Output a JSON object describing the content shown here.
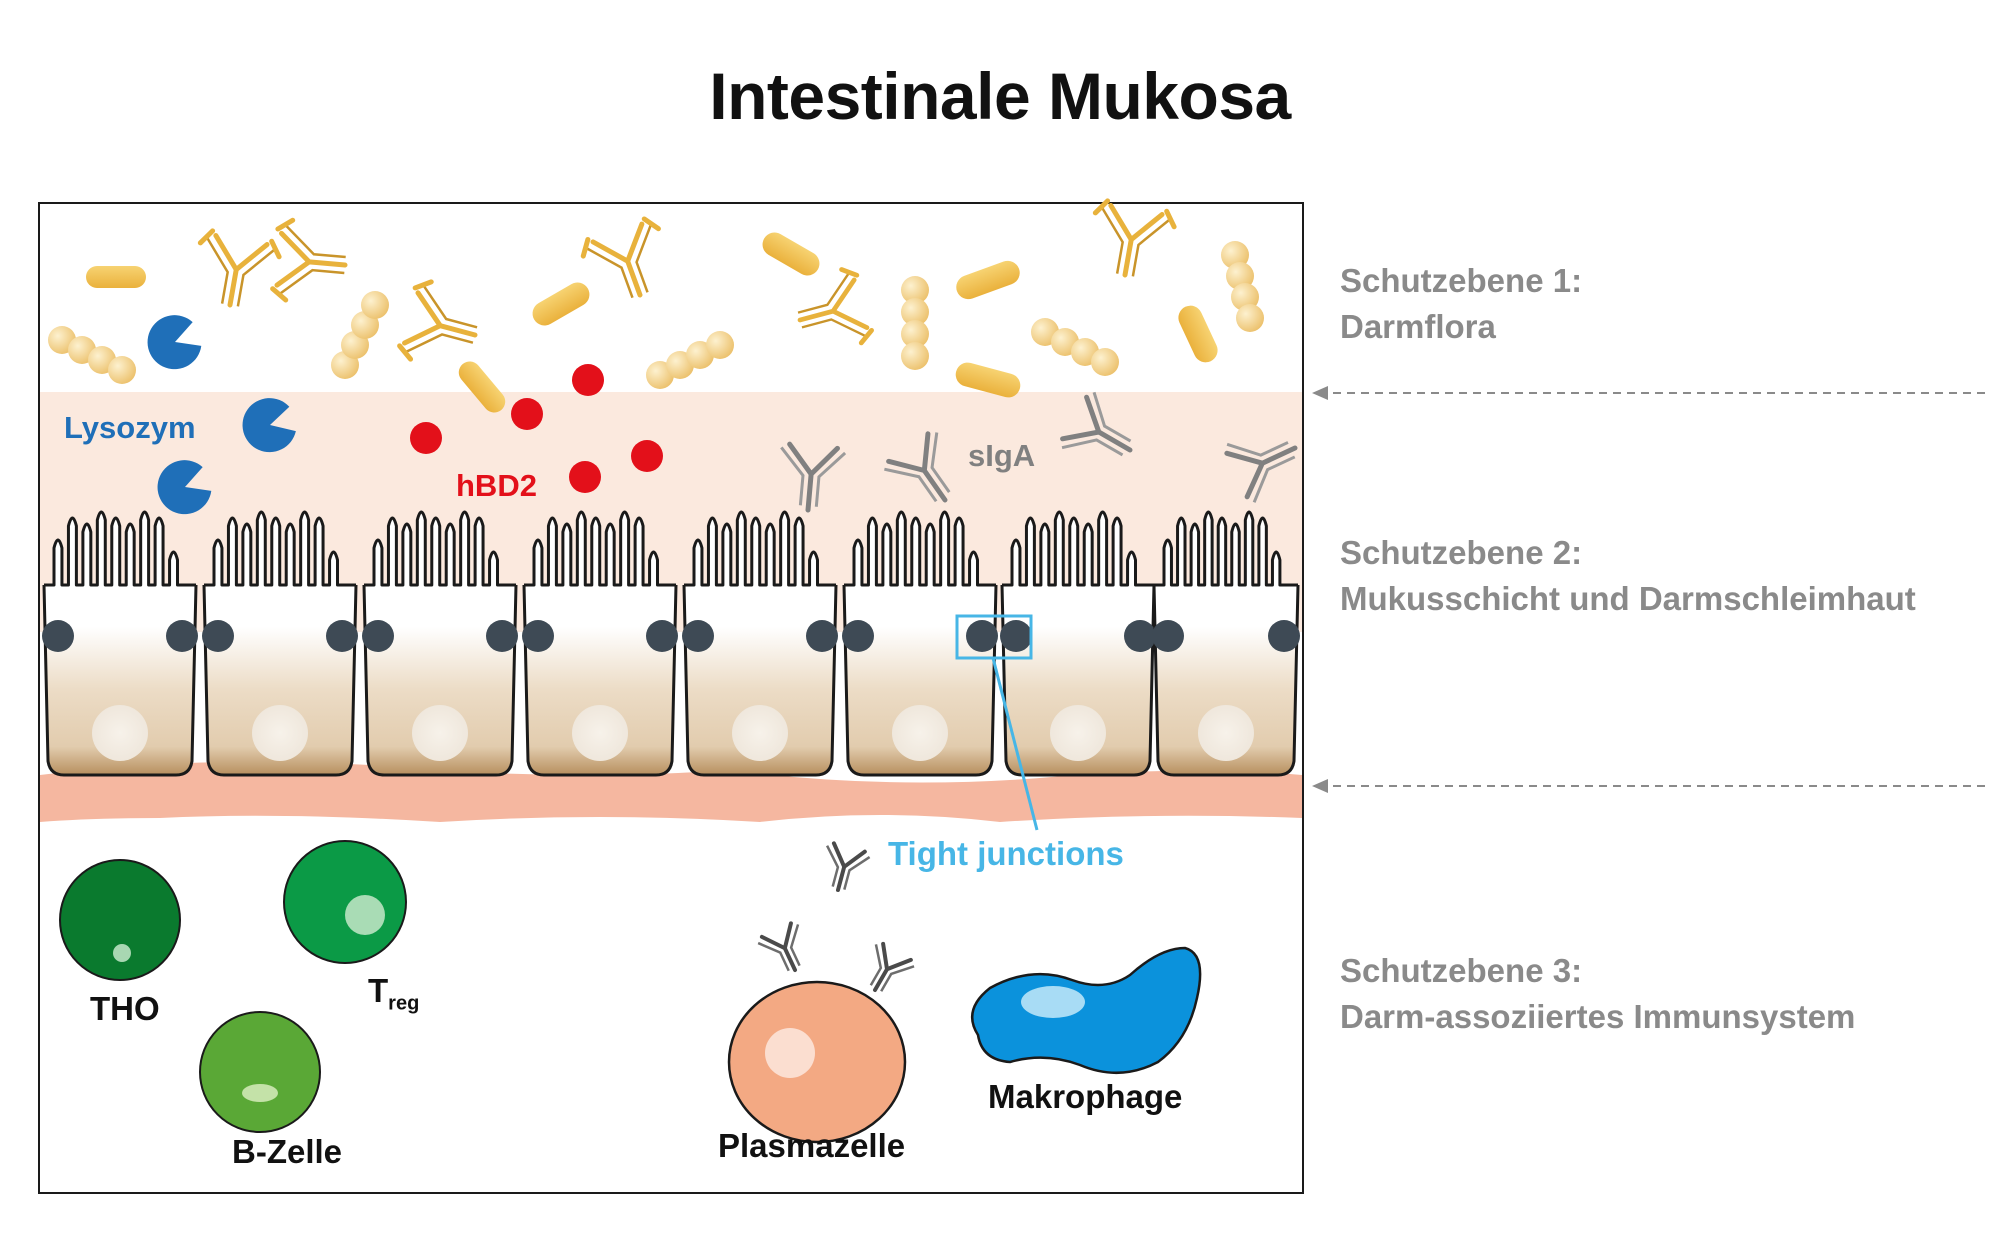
{
  "title": "Intestinale Mukosa",
  "levels": [
    {
      "line1": "Schutzebene 1:",
      "line2": "Darmflora"
    },
    {
      "line1": "Schutzebene 2:",
      "line2": "Mukusschicht und Darmschleimhaut"
    },
    {
      "line1": "Schutzebene 3:",
      "line2": "Darm-assoziiertes Immunsystem"
    }
  ],
  "labels": {
    "lysozym": "Lysozym",
    "hbd2": "hBD2",
    "siga": "sIgA",
    "tight_junctions": "Tight junctions",
    "tho": "THO",
    "treg_main": "T",
    "treg_sub": "reg",
    "b_zelle": "B-Zelle",
    "plasmazelle": "Plasmazelle",
    "makrophage": "Makrophage"
  },
  "colors": {
    "bacteria": "#f1c24a",
    "antibody_gold": "#e8b23c",
    "lysozym": "#1f6fb8",
    "hbd2": "#e3101a",
    "siga": "#808080",
    "mucus": "#fbe9de",
    "epithelium": "#ecdcc6",
    "lamina": "#f5b7a0",
    "junction": "#3e4a55",
    "tight_junction_highlight": "#47b6e6",
    "tho_cell": "#0a7a2e",
    "treg_cell": "#0b9a46",
    "b_cell": "#5aa836",
    "plasma_cell": "#f3a983",
    "macrophage": "#0b92dc",
    "level_text": "#8a8a8a"
  }
}
